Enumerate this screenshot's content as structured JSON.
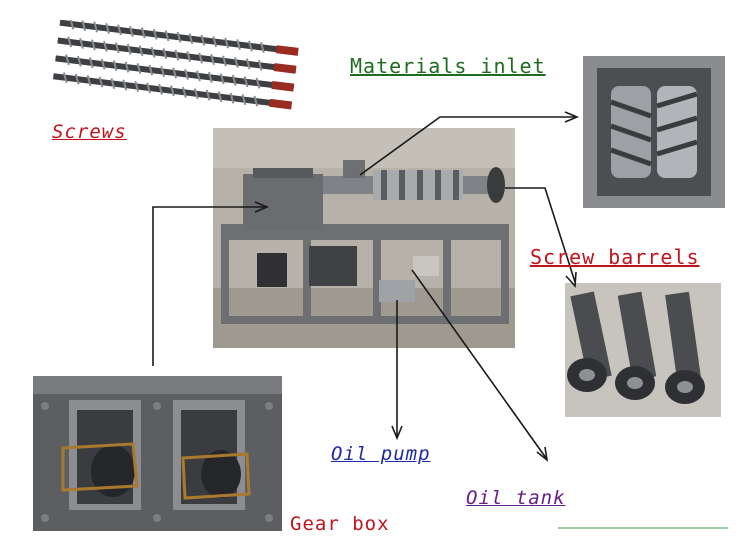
{
  "labels": {
    "screws": "Screws",
    "materials_inlet": "Materials inlet",
    "screw_barrels": "Screw barrels",
    "oil_pump": "Oil pump",
    "oil_tank": "Oil tank",
    "gear_box": "Gear box"
  },
  "colors": {
    "screws": "#c0141c",
    "materials_inlet": "#1f6b1f",
    "screw_barrels": "#c0141c",
    "oil_pump": "#1e2aa6",
    "oil_tank": "#6a1d86",
    "gear_box": "#c0141c",
    "arrows": "#1a1a1a",
    "machine_frame": "#6d6f73",
    "photo_background": "#b6b2aa"
  }
}
